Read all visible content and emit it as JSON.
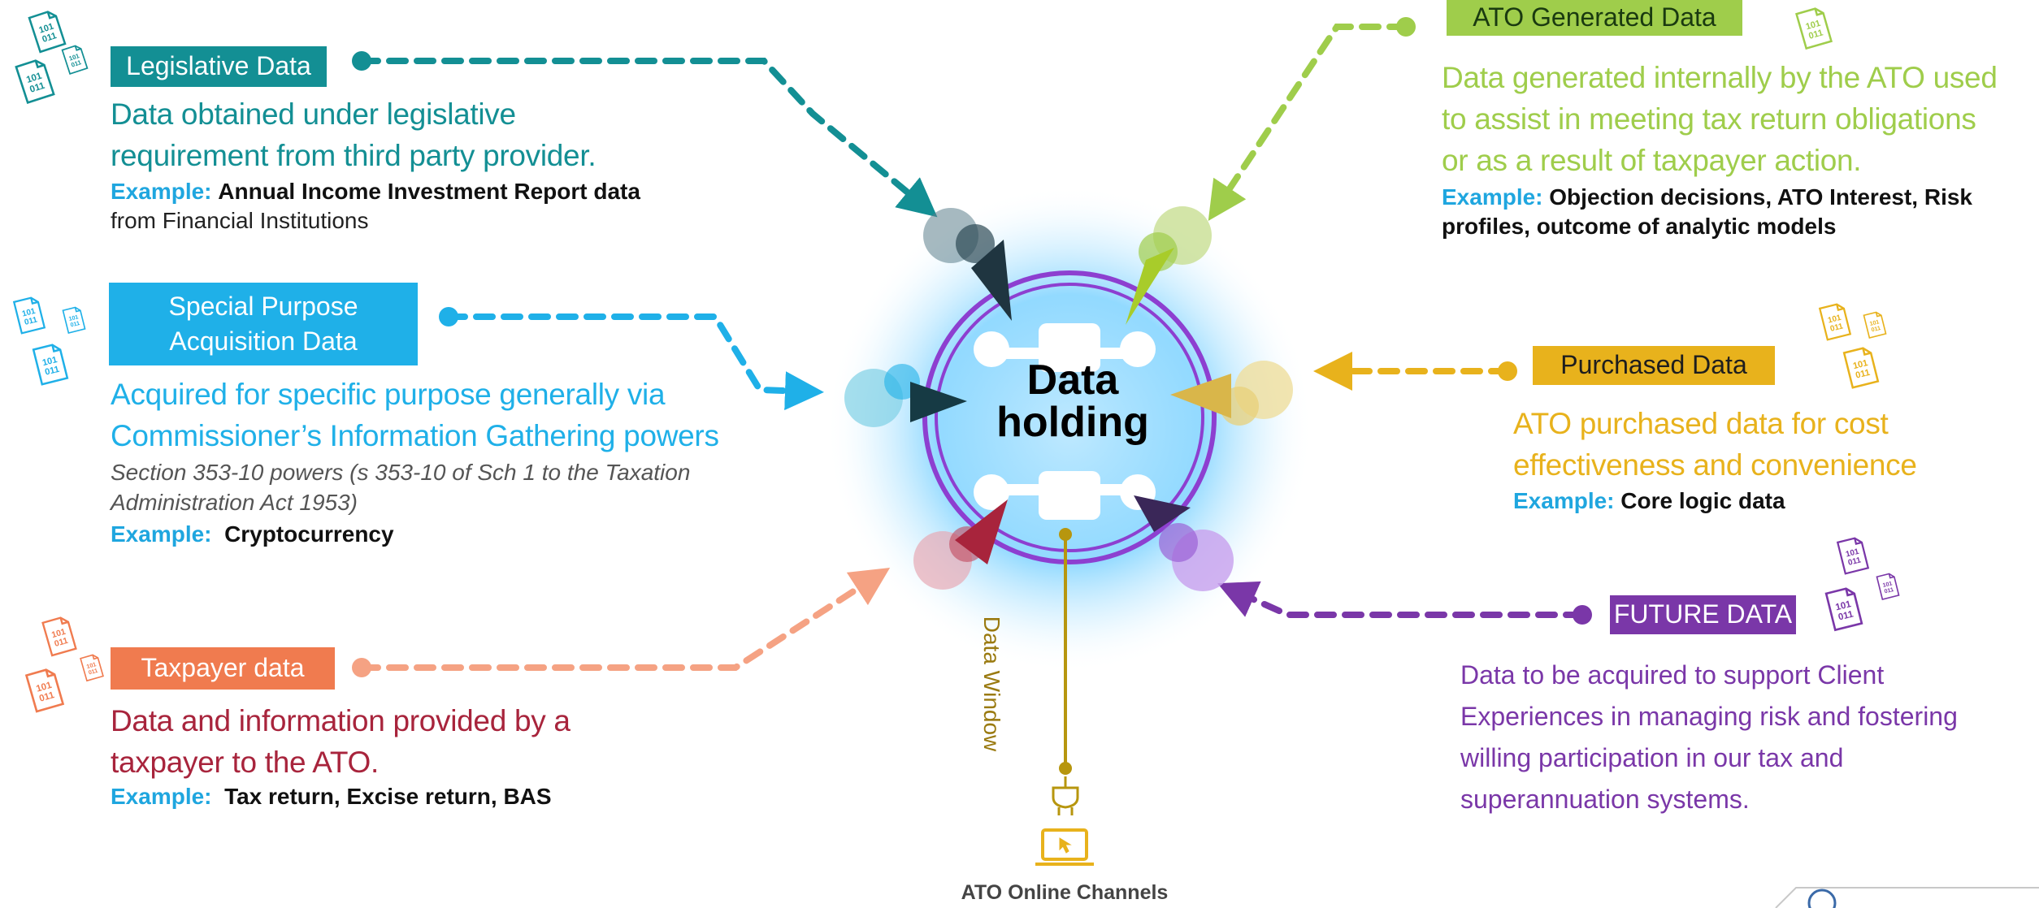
{
  "hub": {
    "title_line1": "Data",
    "title_line2": "holding"
  },
  "window": {
    "label": "Data Window",
    "channels_label": "ATO Online Channels"
  },
  "file_icon_text": "101\n011",
  "colors": {
    "legislative": "#138f94",
    "special": "#1fb0e8",
    "taxpayer": "#f07b4f",
    "taxpayer_text": "#a8243c",
    "ato_generated": "#9fcd4b",
    "purchased": "#e8b21c",
    "future": "#7a37a8",
    "example_label": "#1fa6df",
    "hub_ring": "#8d3fd0",
    "window": "#b7960e"
  },
  "sources": {
    "legislative": {
      "label": "Legislative Data",
      "desc_line1": "Data obtained under legislative",
      "desc_line2": "requirement from third party provider.",
      "example_label": "Example:",
      "example_value": "Annual Income Investment Report data",
      "example_value2": "from Financial Institutions"
    },
    "special": {
      "label_line1": "Special Purpose",
      "label_line2": "Acquisition Data",
      "desc_line1": "Acquired for specific purpose generally via",
      "desc_line2": "Commissioner’s Information Gathering powers",
      "note_line1": "Section 353-10 powers (s 353-10 of Sch 1 to the Taxation",
      "note_line2": "Administration Act 1953)",
      "example_label": "Example:",
      "example_value": "Cryptocurrency"
    },
    "taxpayer": {
      "label": "Taxpayer data",
      "desc_line1": "Data and information provided by a",
      "desc_line2": "taxpayer to the ATO.",
      "example_label": "Example:",
      "example_value": "Tax return, Excise return, BAS"
    },
    "ato_generated": {
      "label": "ATO Generated Data",
      "desc_line1": "Data generated internally by the ATO used",
      "desc_line2": "to assist in meeting tax return obligations",
      "desc_line3": "or as a result of taxpayer action.",
      "example_label": "Example:",
      "example_value": "Objection decisions, ATO Interest, Risk",
      "example_value2": "profiles, outcome of analytic models"
    },
    "purchased": {
      "label": "Purchased Data",
      "desc_line1": "ATO purchased data for cost",
      "desc_line2": "effectiveness and convenience",
      "example_label": "Example:",
      "example_value": "Core logic data"
    },
    "future": {
      "label": "FUTURE DATA",
      "desc_line1": "Data to be acquired to support Client",
      "desc_line2": "Experiences in managing risk and fostering",
      "desc_line3": "willing participation in our tax and",
      "desc_line4": "superannuation systems."
    }
  }
}
